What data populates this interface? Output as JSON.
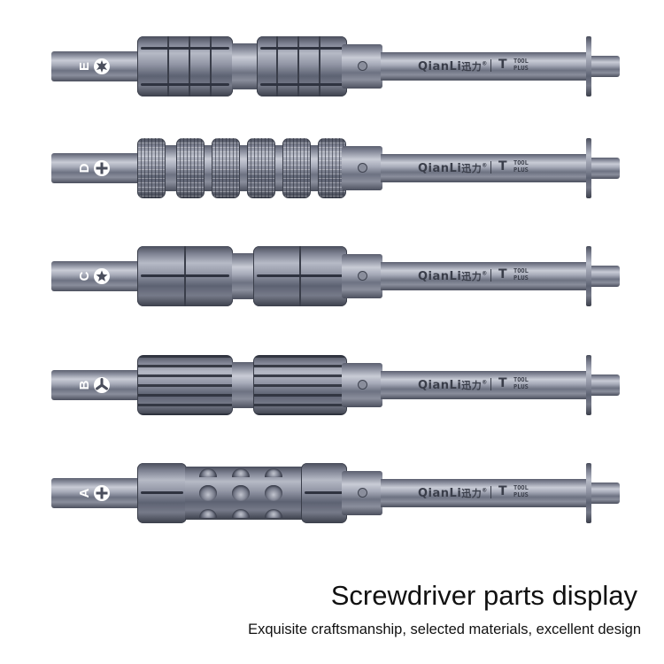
{
  "drivers": [
    {
      "id": "E",
      "label": "E",
      "bit_icon": "torx-star-icon",
      "grip_style": "ribbed-blocks"
    },
    {
      "id": "D",
      "label": "D",
      "bit_icon": "phillips-cross-icon",
      "grip_style": "knurled-rings"
    },
    {
      "id": "C",
      "label": "C",
      "bit_icon": "pentalobe-star-icon",
      "grip_style": "quad-block"
    },
    {
      "id": "B",
      "label": "B",
      "bit_icon": "tri-wing-icon",
      "grip_style": "fluted"
    },
    {
      "id": "A",
      "label": "A",
      "bit_icon": "phillips-cross-icon",
      "grip_style": "dimpled"
    }
  ],
  "branding": {
    "logo_latin": "QianLi",
    "logo_cn": "迅力",
    "registered": "®",
    "plus_symbol": "T",
    "plus_line1": "TOOL",
    "plus_line2": "PLUS"
  },
  "caption": {
    "title": "Screwdriver parts display",
    "subtitle": "Exquisite craftsmanship, selected materials, excellent design"
  },
  "colors": {
    "background": "#ffffff",
    "metal_mid": "#8d91a0",
    "metal_dark": "#3c404c",
    "text": "#111111"
  }
}
